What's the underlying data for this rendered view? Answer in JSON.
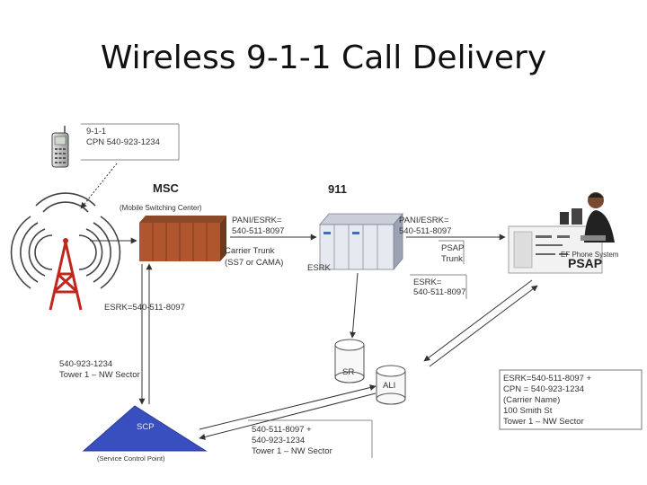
{
  "title": "Wireless 9-1-1 Call Delivery",
  "phone_box": {
    "line1": "9-1-1",
    "line2": "CPN 540-923-1234"
  },
  "msc": {
    "name": "MSC",
    "subtitle": "(Mobile Switching Center)"
  },
  "selective_router": {
    "name": "911"
  },
  "pani_left": {
    "line1": "PANI/ESRK=",
    "line2": "540-511-8097"
  },
  "carrier_trunk": {
    "line1": "Carrier Trunk",
    "line2": "(SS7 or CAMA)"
  },
  "esrk_label": "ESRK",
  "pani_right": {
    "line1": "PANI/ESRK=",
    "line2": "540-511-8097"
  },
  "psap_trunk": {
    "line1": "PSAP",
    "line2": "Trunk"
  },
  "psap": {
    "name": "PSAP",
    "console_text": "EF Phone System"
  },
  "esrk_box": {
    "line1": "ESRK=",
    "line2": "540-511-8097"
  },
  "esrk_tower": "ESRK=540-511-8097",
  "tower_info": {
    "line1": "540-923-1234",
    "line2": "Tower 1 – NW Sector"
  },
  "db_sr": "SR",
  "db_ali": "ALI",
  "scp": {
    "name": "SCP",
    "subtitle": "(Service Control Point)"
  },
  "scp_box": {
    "line1": "540-511-8097 +",
    "line2": "540-923-1234",
    "line3": "Tower 1 – NW Sector"
  },
  "ali_box": {
    "line1": "ESRK=540-511-8097 +",
    "line2": "CPN = 540-923-1234",
    "line3": "(Carrier Name)",
    "line4": "100 Smith St",
    "line5": "Tower 1 – NW Sector"
  }
}
